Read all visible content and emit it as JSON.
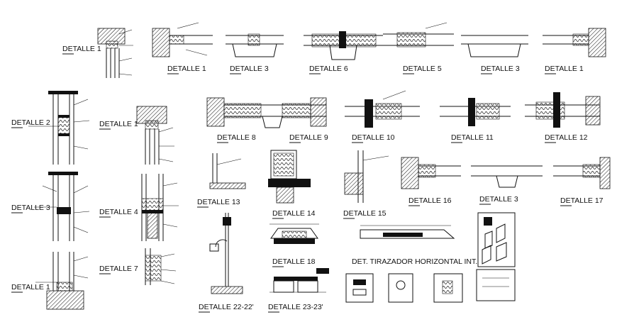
{
  "drawing": {
    "labels": [
      "DETALLE 1",
      "DETALLE 1",
      "DETALLE 3",
      "DETALLE 6",
      "DETALLE 5",
      "DETALLE 3",
      "DETALLE 1",
      "DETALLE 2",
      "DETALLE 1",
      "DETALLE 8",
      "DETALLE 9",
      "DETALLE 10",
      "DETALLE 11",
      "DETALLE 12",
      "DETALLE 13",
      "DETALLE 14",
      "DETALLE 15",
      "DETALLE 16",
      "DETALLE 3",
      "DETALLE 17",
      "DETALLE 3",
      "DETALLE 4",
      "DETALLE 18",
      "DET. TIRAZADOR HORIZONTAL INT.",
      "DETALLE 7",
      "DETALLE 1",
      "DETALLE 22-22'",
      "DETALLE 23-23'"
    ]
  }
}
